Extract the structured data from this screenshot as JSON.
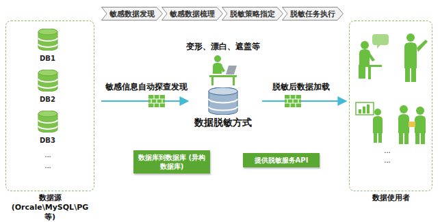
{
  "diagram": {
    "nodes": [
      {
        "text": [
          "敏感数据发现"
        ]
      },
      {
        "text": [
          "敏感数据梳理"
        ]
      },
      {
        "text": [
          "脱敏策略指定"
        ]
      },
      {
        "text": [
          "脱敏任务执行"
        ]
      },
      {
        "text": [
          "数据源 (Orcale\\MySQL\\PG等)"
        ]
      },
      {
        "text": [
          "DB1"
        ],
        "in": 4
      },
      {
        "text": [
          "DB2"
        ],
        "in": 4
      },
      {
        "text": [
          "DB3"
        ],
        "in": 4
      },
      {
        "text": [
          "数据脱敏方式"
        ]
      },
      {
        "text": [
          "数据库到数据库 (异构数据库)"
        ]
      },
      {
        "text": [
          "提供脱敏服务API"
        ]
      },
      {
        "text": [
          "数据使用者"
        ]
      }
    ],
    "edges": [
      {
        "from": 4,
        "to": 8,
        "label": "敏感信息自动探查发现",
        "arrow": "to"
      },
      {
        "from": 8,
        "to": 11,
        "label": "脱敏后数据加载",
        "arrow": "to"
      }
    ],
    "labels": [
      "变形、漂白、遮盖等",
      "...",
      "...",
      "...",
      "..."
    ]
  }
}
